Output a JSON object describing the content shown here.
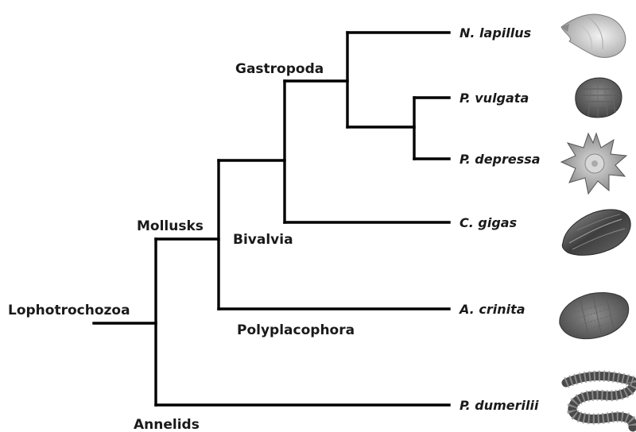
{
  "clades": {
    "root": "Lophotrochozoa",
    "mollusks": "Mollusks",
    "gastropoda": "Gastropoda",
    "bivalvia": "Bivalvia",
    "polyplacophora": "Polyplacophora",
    "annelids": "Annelids"
  },
  "species": [
    {
      "name": "N. lapillus",
      "image": "whelk-shell-icon"
    },
    {
      "name": "P. vulgata",
      "image": "limpet-shell-icon"
    },
    {
      "name": "P. depressa",
      "image": "star-limpet-shell-icon"
    },
    {
      "name": "C. gigas",
      "image": "oyster-shell-icon"
    },
    {
      "name": "A. crinita",
      "image": "chiton-icon"
    },
    {
      "name": "P. dumerilii",
      "image": "ragworm-icon"
    }
  ],
  "colors": {
    "line": "#000000",
    "text": "#1a1a1a",
    "shell_light": "#cfcfcf",
    "shell_dark": "#5a5a5a"
  }
}
